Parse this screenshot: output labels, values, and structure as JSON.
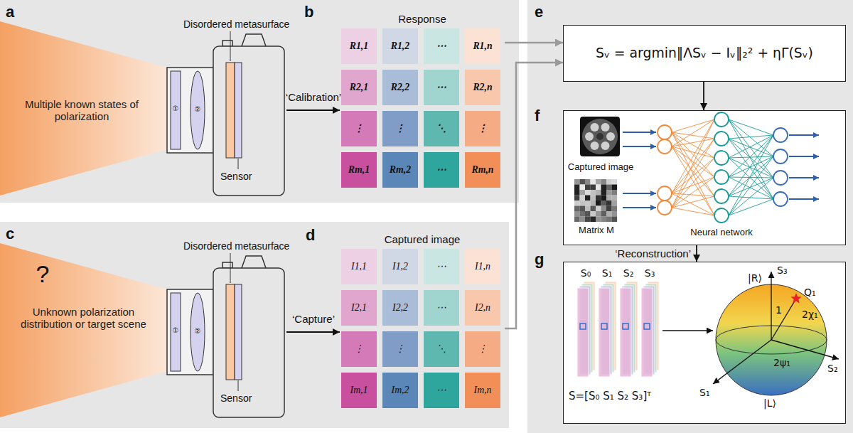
{
  "diagram": {
    "nodes": [
      {
        "text": [
          "a",
          "b"
        ]
      },
      {
        "text": [
          "Multiple known states of polarization"
        ],
        "in": 0
      },
      {
        "text": [
          "①",
          "②"
        ],
        "in": 0
      },
      {
        "text": [
          "Response"
        ],
        "in": 0
      },
      {
        "text": [
          "R1,1"
        ],
        "in": 3
      },
      {
        "text": [
          "R1,2"
        ],
        "in": 3
      },
      {
        "text": [
          "⋯"
        ],
        "in": 3
      },
      {
        "text": [
          "R1,n"
        ],
        "in": 3
      },
      {
        "text": [
          "R2,1"
        ],
        "in": 3
      },
      {
        "text": [
          "R2,2"
        ],
        "in": 3
      },
      {
        "text": [
          "⋯"
        ],
        "in": 3
      },
      {
        "text": [
          "R2,n"
        ],
        "in": 3
      },
      {
        "text": [
          "⋮"
        ],
        "in": 3
      },
      {
        "text": [
          "⋮"
        ],
        "in": 3
      },
      {
        "text": [
          "⋱"
        ],
        "in": 3
      },
      {
        "text": [
          "⋮"
        ],
        "in": 3
      },
      {
        "text": [
          "Rm,1"
        ],
        "in": 3
      },
      {
        "text": [
          "Rm,2"
        ],
        "in": 3
      },
      {
        "text": [
          "⋯"
        ],
        "in": 3
      },
      {
        "text": [
          "Rm,n"
        ],
        "in": 3
      },
      {
        "text": [
          "c",
          "d"
        ]
      },
      {
        "text": [
          "?",
          "Unknown polarization distribution or target scene"
        ],
        "in": 20
      },
      {
        "text": [
          "①",
          "②"
        ],
        "in": 20
      },
      {
        "text": [
          "Captured image"
        ],
        "in": 20
      },
      {
        "text": [
          "I1,1"
        ],
        "in": 23
      },
      {
        "text": [
          "I1,2"
        ],
        "in": 23
      },
      {
        "text": [
          "⋯"
        ],
        "in": 23
      },
      {
        "text": [
          "I1,n"
        ],
        "in": 23
      },
      {
        "text": [
          "I2,1"
        ],
        "in": 23
      },
      {
        "text": [
          "I2,2"
        ],
        "in": 23
      },
      {
        "text": [
          "⋯"
        ],
        "in": 23
      },
      {
        "text": [
          "I2,n"
        ],
        "in": 23
      },
      {
        "text": [
          "⋮"
        ],
        "in": 23
      },
      {
        "text": [
          "⋮"
        ],
        "in": 23
      },
      {
        "text": [
          "⋱"
        ],
        "in": 23
      },
      {
        "text": [
          "⋮"
        ],
        "in": 23
      },
      {
        "text": [
          "Im,1"
        ],
        "in": 23
      },
      {
        "text": [
          "Im,2"
        ],
        "in": 23
      },
      {
        "text": [
          "⋯"
        ],
        "in": 23
      },
      {
        "text": [
          "Im,n"
        ],
        "in": 23
      },
      {
        "text": [
          "e",
          "f",
          "g"
        ]
      },
      {
        "text": [
          "Sᵥ = argmin‖ΛSᵥ − Iᵥ‖₂² + ηΓ(Sᵥ)"
        ],
        "in": 40
      },
      {
        "text": [
          "Captured image",
          "Matrix M",
          "Neural network"
        ],
        "in": 40
      },
      {
        "text": [
          "S₀",
          "S₁",
          "S₂",
          "S₃",
          "S=[S₀ S₁ S₂ S₃]ᵀ"
        ],
        "in": 40
      }
    ],
    "edges": [
      {
        "from": 2,
        "to": 3,
        "label": "‘Calibration’",
        "arrow": "to"
      },
      {
        "from": 22,
        "to": 23,
        "label": "‘Capture’",
        "arrow": "to"
      },
      {
        "from": 3,
        "to": 41,
        "arrow": "to"
      },
      {
        "from": 23,
        "to": 41,
        "arrow": "to"
      },
      {
        "from": 41,
        "to": 42,
        "arrow": "to"
      },
      {
        "from": 42,
        "to": 43,
        "label": "‘Reconstruction’",
        "arrow": "to"
      }
    ],
    "labels": [
      "Disordered metasurface",
      "Sensor",
      "Disordered metasurface",
      "Sensor",
      "S₃",
      "|R⟩",
      "1",
      "Q₁",
      "2χ₁",
      "2ψ₁",
      "S₁",
      "S₂",
      "|L⟩"
    ]
  }
}
